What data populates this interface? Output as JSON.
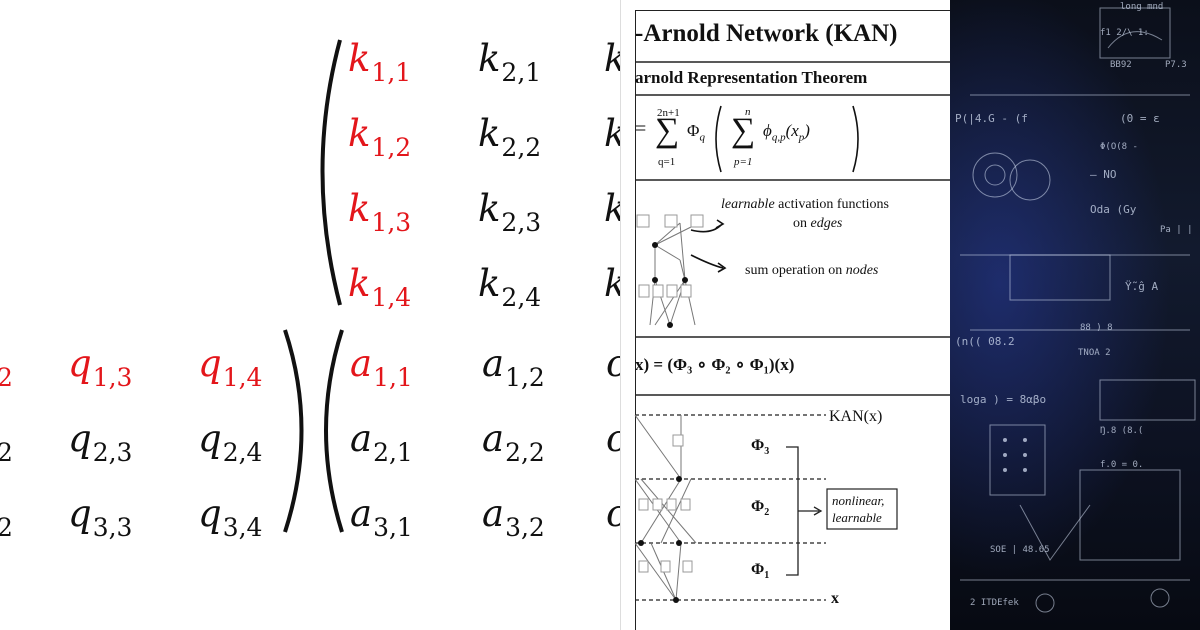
{
  "matrix_panel": {
    "k_matrix": [
      [
        {
          "b": "k",
          "s": "1,1"
        },
        {
          "b": "k",
          "s": "2,1"
        }
      ],
      [
        {
          "b": "k",
          "s": "1,2"
        },
        {
          "b": "k",
          "s": "2,2"
        }
      ],
      [
        {
          "b": "k",
          "s": "1,3"
        },
        {
          "b": "k",
          "s": "2,3"
        }
      ],
      [
        {
          "b": "k",
          "s": "1,4"
        },
        {
          "b": "k",
          "s": "2,4"
        }
      ]
    ],
    "k_cut": "k",
    "q_matrix": [
      [
        {
          "b": "",
          "s": "2"
        },
        {
          "b": "q",
          "s": "1,3"
        },
        {
          "b": "q",
          "s": "1,4"
        }
      ],
      [
        {
          "b": "",
          "s": "2"
        },
        {
          "b": "q",
          "s": "2,3"
        },
        {
          "b": "q",
          "s": "2,4"
        }
      ],
      [
        {
          "b": "",
          "s": "2"
        },
        {
          "b": "q",
          "s": "3,3"
        },
        {
          "b": "q",
          "s": "3,4"
        }
      ]
    ],
    "a_matrix": [
      [
        {
          "b": "a",
          "s": "1,1"
        },
        {
          "b": "a",
          "s": "1,2"
        }
      ],
      [
        {
          "b": "a",
          "s": "2,1"
        },
        {
          "b": "a",
          "s": "2,2"
        }
      ],
      [
        {
          "b": "a",
          "s": "3,1"
        },
        {
          "b": "a",
          "s": "3,2"
        }
      ]
    ],
    "a_cut": "c",
    "highlight_color": "#e3161b"
  },
  "kan_panel": {
    "title": "-Arnold Network (KAN)",
    "theorem_title": "arnold Representation Theorem",
    "formula": {
      "eq": "=",
      "outer_sum_top": "2n+1",
      "outer_sum_bottom": "q=1",
      "outer_func": "Φ",
      "outer_sub": "q",
      "inner_sum_top": "n",
      "inner_sum_bottom": "p=1",
      "inner_func": "ϕ",
      "inner_sub": "q,p",
      "arg": "(x",
      "arg_sub": "p",
      "arg_close": ")"
    },
    "annotation_edges_1": "learnable",
    "annotation_edges_2": " activation functions",
    "annotation_edges_3": "on ",
    "annotation_edges_4": "edges",
    "annotation_nodes_1": "sum operation on ",
    "annotation_nodes_2": "nodes",
    "composition": "x) = (Φ₃ ∘ Φ₂ ∘ Φ₁)(x)",
    "kan_label": "KAN(x)",
    "phi3": "Φ",
    "phi3_sub": "3",
    "phi2": "Φ",
    "phi2_sub": "2",
    "phi1": "Φ",
    "phi1_sub": "1",
    "box_line1": "nonlinear,",
    "box_line2": "learnable",
    "x_label": "x"
  },
  "board_panel": {
    "scribbles": [
      "long mnd",
      "f1 2/\\ 1:",
      "BB92",
      "P7.3",
      "Ρ(|4.G - (f",
      "(0 = ε",
      "Φ(O(8 -",
      "— NO",
      "Oda (Gy",
      "Pa | |",
      "Ÿ̃.ĝ A",
      "88 ) 8",
      "(n(( 08.2",
      "TNOA 2",
      "loga ) = 8αβο",
      "Ŋ.8 (8.(",
      "f.0 = 0.",
      "SOE | 48.65",
      "2 ITDEfek"
    ]
  }
}
